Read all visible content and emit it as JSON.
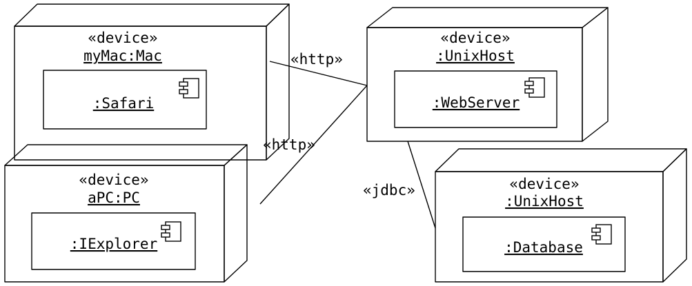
{
  "nodes": {
    "mac": {
      "stereotype": "«device»",
      "name": "myMac:Mac",
      "component": ":Safari"
    },
    "pc": {
      "stereotype": "«device»",
      "name": "aPC:PC",
      "component": ":IExplorer"
    },
    "web": {
      "stereotype": "«device»",
      "name": ":UnixHost",
      "component": ":WebServer"
    },
    "db": {
      "stereotype": "«device»",
      "name": ":UnixHost",
      "component": ":Database"
    }
  },
  "links": {
    "mac_web": "«http»",
    "pc_web": "«http»",
    "web_db": "«jdbc»"
  }
}
